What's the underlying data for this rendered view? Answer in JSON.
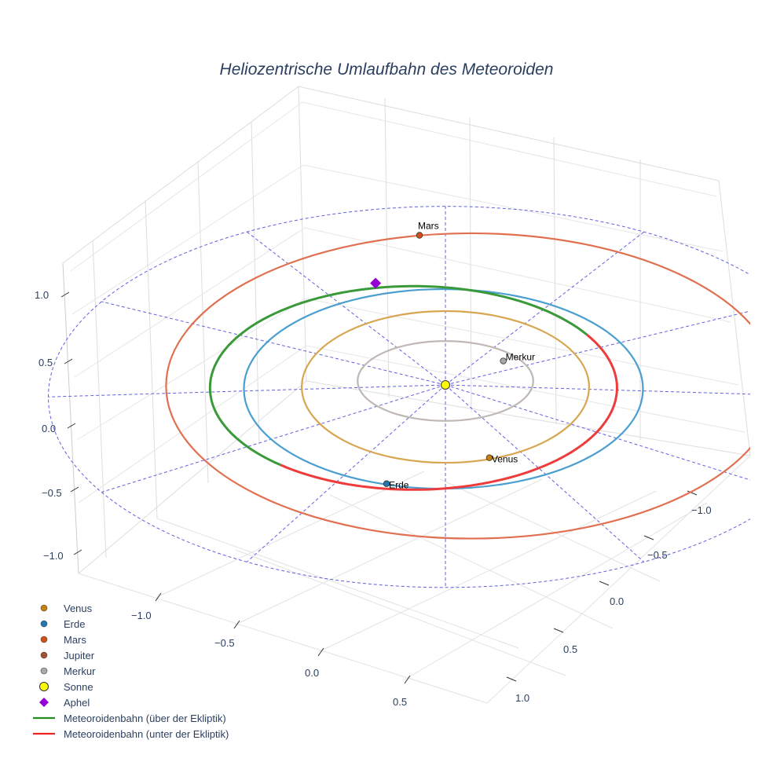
{
  "chart_data": {
    "type": "scatter3d",
    "title": "Heliozentrische Umlaufbahn des Meteoroiden",
    "axes": {
      "x": {
        "ticks": [
          "−1.0",
          "−0.5",
          "0.0",
          "0.5"
        ]
      },
      "y": {
        "ticks": [
          "−1.0",
          "−0.5",
          "0.0",
          "0.5",
          "1.0"
        ]
      },
      "z": {
        "ticks": [
          "1.0",
          "0.5",
          "0.0",
          "−0.5",
          "−1.0"
        ]
      }
    },
    "grid": true,
    "orbits": [
      {
        "name": "Merkur-Bahn",
        "a": 0.44,
        "b": 0.4,
        "cx": 0.0,
        "cy": 0.04,
        "color": "#c0b8b4"
      },
      {
        "name": "Venus-Bahn",
        "a": 0.72,
        "b": 0.76,
        "cx": 0.0,
        "cy": -0.02,
        "color": "#d8a650"
      },
      {
        "name": "Erde-Bahn",
        "a": 1.0,
        "b": 1.0,
        "cx": -0.01,
        "cy": -0.04,
        "color": "#4a9fd0"
      },
      {
        "name": "Mars-Bahn",
        "a": 1.53,
        "b": 1.53,
        "cx": 0.13,
        "cy": -0.01,
        "color": "#e07050"
      },
      {
        "name": "Ekliptik",
        "a": 1.99,
        "b": 1.91,
        "cx": 0.0,
        "cy": -0.12,
        "color": "#6060e0",
        "dashed": true
      }
    ],
    "meteoroid": {
      "a": 1.02,
      "b": 1.02,
      "cx": -0.16,
      "cy": -0.03,
      "above_color": "#3a9a3a",
      "below_color": "#ee3b3b"
    },
    "points": [
      {
        "name": "Venus",
        "x": 0.22,
        "y": -0.73,
        "color": "#c87f0a",
        "label": "Venus"
      },
      {
        "name": "Erde",
        "x": -0.295,
        "y": -0.99,
        "color": "#1f77b4",
        "label": "Erde"
      },
      {
        "name": "Mars",
        "x": -0.13,
        "y": 1.5,
        "color": "#d4501a",
        "label": "Mars"
      },
      {
        "name": "Merkur",
        "x": 0.29,
        "y": 0.24,
        "color": "#a9a9a9",
        "label": "Merkur"
      },
      {
        "name": "Sonne",
        "x": 0.0,
        "y": 0.0,
        "color": "#ffff00"
      },
      {
        "name": "Aphel",
        "x": -0.35,
        "y": 1.02,
        "color": "#9400d3"
      }
    ],
    "legend": {
      "placement": "bottom-left",
      "entries": [
        {
          "label": "Venus",
          "type": "dot",
          "color": "#c87f0a"
        },
        {
          "label": "Erde",
          "type": "dot",
          "color": "#1f77b4"
        },
        {
          "label": "Mars",
          "type": "dot",
          "color": "#d4501a"
        },
        {
          "label": "Jupiter",
          "type": "dot",
          "color": "#a0522d"
        },
        {
          "label": "Merkur",
          "type": "dot",
          "color": "#a9a9a9"
        },
        {
          "label": "Sonne",
          "type": "sun",
          "color": "#ffff00"
        },
        {
          "label": "Aphel",
          "type": "diamond",
          "color": "#9400d3"
        },
        {
          "label": "Meteoroidenbahn (über der Ekliptik)",
          "type": "line",
          "color": "#228b22"
        },
        {
          "label": "Meteoroidenbahn (unter der Ekliptik)",
          "type": "line",
          "color": "#ee2222"
        }
      ]
    }
  }
}
